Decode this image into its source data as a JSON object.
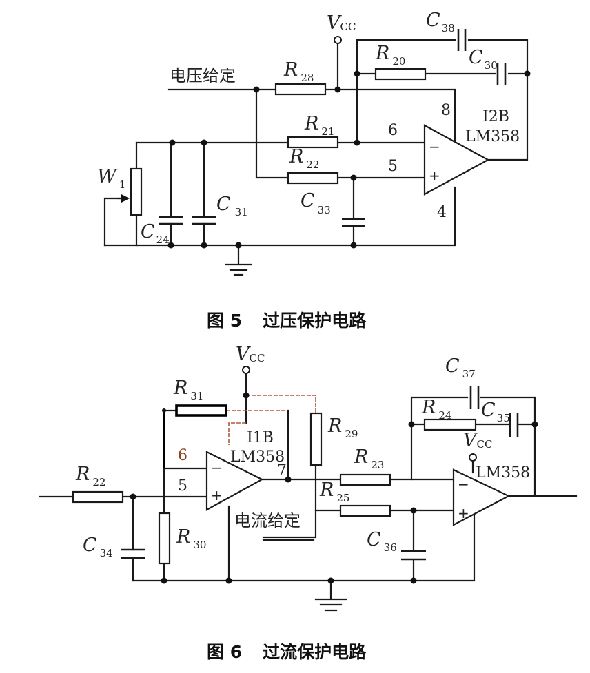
{
  "figure5": {
    "caption_number": "图 5",
    "caption_text": "过压保护电路",
    "input_label": "电压给定",
    "supply": {
      "main": "V",
      "sub": "CC"
    },
    "chip": {
      "name": "I2B",
      "model": "LM358"
    },
    "pins": {
      "inv": "6",
      "noninv": "5",
      "vplus": "8",
      "gnd": "4"
    },
    "signs": {
      "minus": "−",
      "plus": "+"
    },
    "components": {
      "R28": {
        "main": "R",
        "sub": "28"
      },
      "R20": {
        "main": "R",
        "sub": "20"
      },
      "R21": {
        "main": "R",
        "sub": "21"
      },
      "R22": {
        "main": "R",
        "sub": "22"
      },
      "C38": {
        "main": "C",
        "sub": "38"
      },
      "C30": {
        "main": "C",
        "sub": "30"
      },
      "C24": {
        "main": "C",
        "sub": "24"
      },
      "C31": {
        "main": "C",
        "sub": "31"
      },
      "C33": {
        "main": "C",
        "sub": "33"
      },
      "W1": {
        "main": "W",
        "sub": "1"
      }
    }
  },
  "figure6": {
    "caption_number": "图 6",
    "caption_text": "过流保护电路",
    "input_label": "电流给定",
    "supply1": {
      "main": "V",
      "sub": "CC"
    },
    "supply2": {
      "main": "V",
      "sub": "CC"
    },
    "chip1": {
      "name": "I1B",
      "model": "LM358"
    },
    "chip2": {
      "model": "LM358"
    },
    "pins": {
      "inv": "6",
      "noninv": "5",
      "out": "7"
    },
    "signs": {
      "minus": "−",
      "plus": "+"
    },
    "components": {
      "R22": {
        "main": "R",
        "sub": "22"
      },
      "R31": {
        "main": "R",
        "sub": "31"
      },
      "R30": {
        "main": "R",
        "sub": "30"
      },
      "R29": {
        "main": "R",
        "sub": "29"
      },
      "R23": {
        "main": "R",
        "sub": "23"
      },
      "R25": {
        "main": "R",
        "sub": "25"
      },
      "R24": {
        "main": "R",
        "sub": "24"
      },
      "C34": {
        "main": "C",
        "sub": "34"
      },
      "C36": {
        "main": "C",
        "sub": "36"
      },
      "C37": {
        "main": "C",
        "sub": "37"
      },
      "C35": {
        "main": "C",
        "sub": "35"
      }
    }
  }
}
